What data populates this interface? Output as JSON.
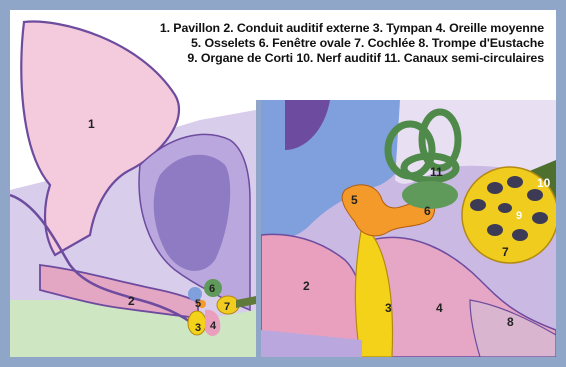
{
  "legend": {
    "line1": "1. Pavillon 2. Conduit auditif externe 3. Tympan 4. Oreille moyenne",
    "line2": "5. Osselets 6. Fenêtre ovale 7. Cochlée 8. Trompe d'Eustache",
    "line3": "9. Organe de Corti 10. Nerf auditif 11. Canaux semi-circulaires"
  },
  "labels": {
    "left": {
      "n1": "1",
      "n2": "2",
      "n3": "3",
      "n4": "4",
      "n5": "5",
      "n6": "6",
      "n7": "7"
    },
    "right": {
      "n2": "2",
      "n3": "3",
      "n4": "4",
      "n5": "5",
      "n6": "6",
      "n7": "7",
      "n8": "8",
      "n9": "9",
      "n10": "10",
      "n11": "11"
    }
  },
  "colors": {
    "frame": "#8fa6c8",
    "skin_pink": "#f2c6d8",
    "canal_pink": "#e89ab9",
    "outline_purple": "#6d4b9e",
    "lavender": "#c9b9e3",
    "bone_blue": "#7fa0dc",
    "tympan_yellow": "#f4d21a",
    "cochlea_yellow": "#f0cc1f",
    "canal_green": "#5f9a5a",
    "tissue_green": "#cfe6c2",
    "ossicle_orange": "#f39a2a"
  }
}
